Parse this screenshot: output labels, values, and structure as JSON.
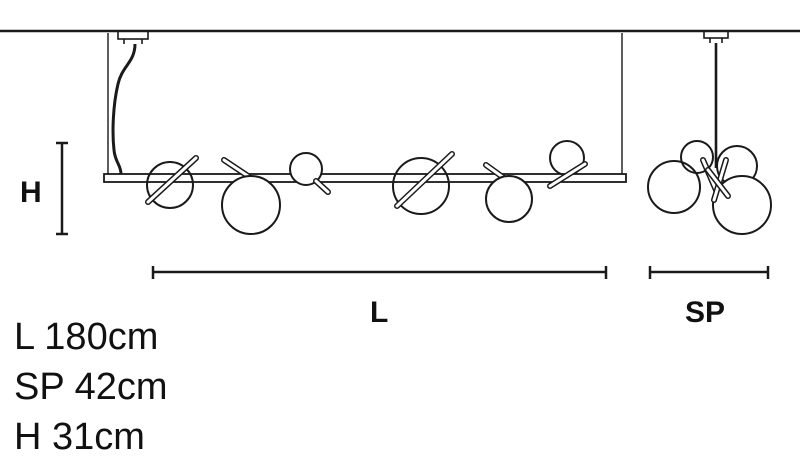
{
  "diagram": {
    "labels": {
      "height": "H",
      "length": "L",
      "spread": "SP"
    }
  },
  "specs": [
    {
      "key": "L",
      "value": "180cm"
    },
    {
      "key": "SP",
      "value": "42cm"
    },
    {
      "key": "H",
      "value": "31cm"
    }
  ]
}
